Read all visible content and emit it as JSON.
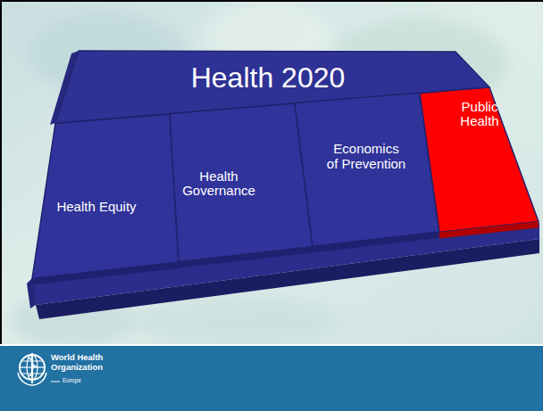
{
  "diagram": {
    "nodes": [
      {
        "text": [
          "Health 2020"
        ]
      },
      {
        "text": [
          "Health Equity"
        ],
        "in": 0
      },
      {
        "text": [
          "Health Governance"
        ],
        "in": 0
      },
      {
        "text": [
          "Economics of Prevention"
        ],
        "in": 0
      },
      {
        "text": [
          "Public Health"
        ],
        "in": 0
      }
    ],
    "labels": [
      "World Health Organization",
      "Europe"
    ]
  }
}
